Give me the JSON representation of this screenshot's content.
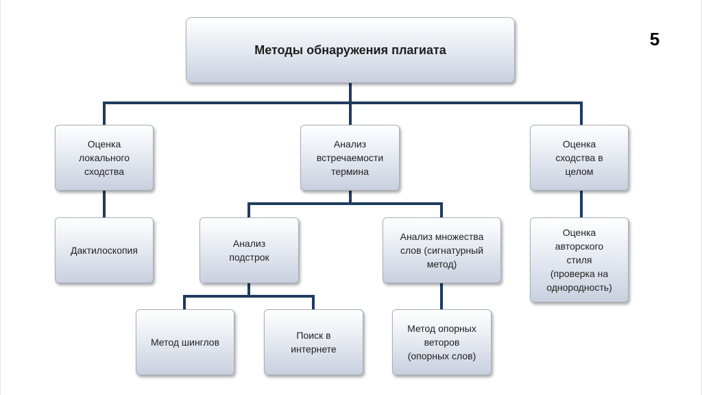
{
  "slide": {
    "page_number": "5"
  },
  "nodes": {
    "root": "Методы  обнаружения плагиата",
    "local_similarity": "Оценка\nлокального\nсходства",
    "term_occurrence": "Анализ\nвстречаемости\nтермина",
    "overall_similarity": "Оценка\nсходства в\nцелом",
    "fingerprinting": "Дактилоскопия",
    "substring_analysis": "Анализ\nподстрок",
    "word_set_analysis": "Анализ множества\nслов (сигнатурный\nметод)",
    "author_style": "Оценка\nавторского\nстиля\n(проверка на\nоднородность)",
    "shingles": "Метод шинглов",
    "internet_search": "Поиск в\nинтернете",
    "support_vectors": "Метод опорных\nветоров\n(опорных слов)"
  },
  "colors": {
    "connector": "#1f3b5e"
  }
}
